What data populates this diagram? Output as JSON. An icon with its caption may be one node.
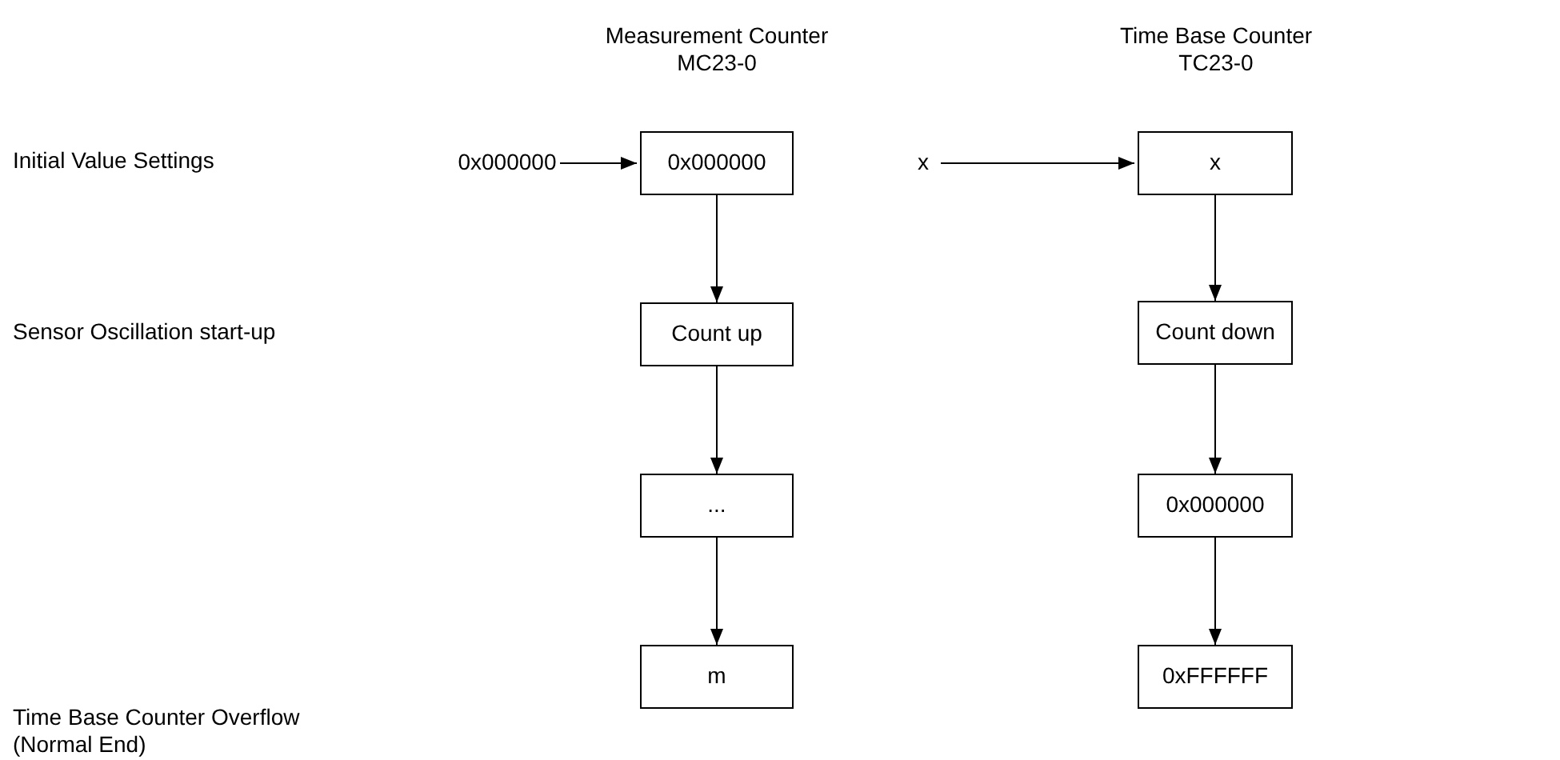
{
  "diagram": {
    "nodes": [
      {
        "text": [
          "0x000000"
        ]
      },
      {
        "text": [
          "0x000000"
        ]
      },
      {
        "text": [
          "Count up"
        ]
      },
      {
        "text": [
          "..."
        ]
      },
      {
        "text": [
          "m"
        ]
      },
      {
        "text": [
          "x"
        ]
      },
      {
        "text": [
          "x"
        ]
      },
      {
        "text": [
          "Count down"
        ]
      },
      {
        "text": [
          "0x000000"
        ]
      },
      {
        "text": [
          "0xFFFFFF"
        ]
      }
    ],
    "edges": [
      {
        "from": 0,
        "to": 1,
        "arrow": "to"
      },
      {
        "from": 1,
        "to": 2,
        "arrow": "to"
      },
      {
        "from": 2,
        "to": 3,
        "arrow": "to"
      },
      {
        "from": 3,
        "to": 4,
        "arrow": "to"
      },
      {
        "from": 5,
        "to": 6,
        "arrow": "to"
      },
      {
        "from": 6,
        "to": 7,
        "arrow": "to"
      },
      {
        "from": 7,
        "to": 8,
        "arrow": "to"
      },
      {
        "from": 8,
        "to": 9,
        "arrow": "to"
      }
    ],
    "labels": [
      "Measurement Counter MC23-0",
      "Time Base Counter TC23-0",
      "Initial Value Settings",
      "Sensor Oscillation start-up",
      "Time Base Counter Overflow (Normal End)"
    ]
  }
}
